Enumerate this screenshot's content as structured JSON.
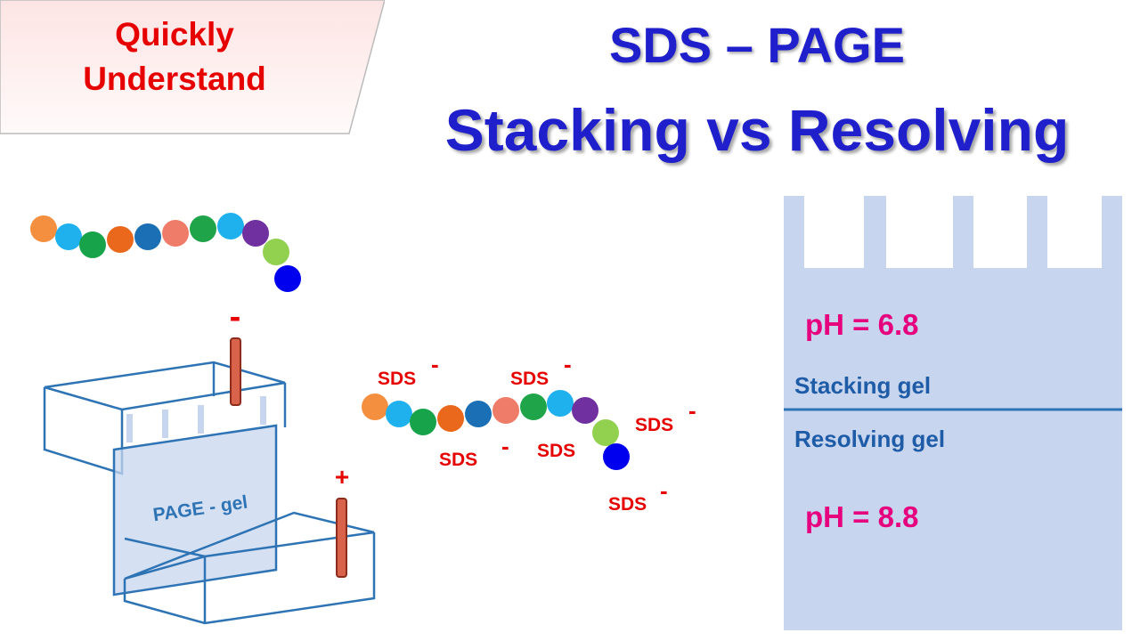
{
  "banner": {
    "line1": "Quickly",
    "line2": "Understand"
  },
  "title": {
    "line1": "SDS – PAGE",
    "line2": "Stacking vs Resolving"
  },
  "apparatus": {
    "gel_label": "PAGE - gel",
    "cathode_sign": "-",
    "anode_sign": "+"
  },
  "protein": {
    "bead_colors": [
      "#f38f3f",
      "#1fb1ee",
      "#17a34a",
      "#e9681c",
      "#1b6fb4",
      "#ef7c69",
      "#1fa44a",
      "#1fb1ee",
      "#7030a0",
      "#92d050",
      "#0000ee"
    ]
  },
  "sds_labels": {
    "text": "SDS",
    "charge": "-"
  },
  "gel": {
    "stacking_ph": "pH = 6.8",
    "stacking_label": "Stacking gel",
    "resolving_label": "Resolving gel",
    "resolving_ph": "pH = 8.8",
    "fill_color": "#c7d5ef",
    "line_color": "#2e74b5",
    "ph_color": "#e6007e"
  }
}
